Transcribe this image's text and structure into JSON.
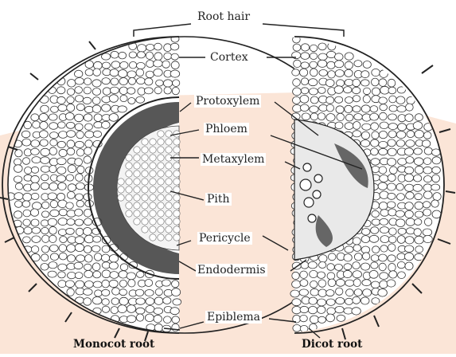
{
  "diagram": {
    "labels": {
      "root_hair": "Root hair",
      "cortex": "Cortex",
      "protoxylem": "Protoxylem",
      "phloem": "Phloem",
      "metaxylem": "Metaxylem",
      "pith": "Pith",
      "pericycle": "Pericycle",
      "endodermis": "Endodermis",
      "epiblema": "Epiblema"
    },
    "captions": {
      "left": "Monocot root",
      "right": "Dicot root"
    },
    "colors": {
      "background_band": "#fbe2d3",
      "ink": "#222222",
      "cell_fill": "#ffffff",
      "dark_tissue": "#3a3a3a"
    }
  }
}
